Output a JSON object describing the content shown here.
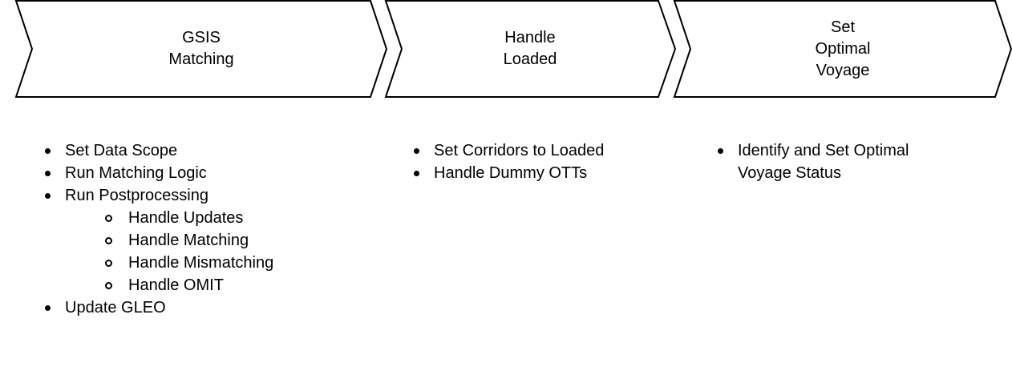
{
  "steps": [
    {
      "label": "GSIS\nMatching",
      "items": [
        {
          "text": "Set Data Scope",
          "level": 1
        },
        {
          "text": "Run Matching Logic",
          "level": 1
        },
        {
          "text": "Run Postprocessing",
          "level": 1
        },
        {
          "text": "Handle Updates",
          "level": 2
        },
        {
          "text": "Handle Matching",
          "level": 2
        },
        {
          "text": "Handle Mismatching",
          "level": 2
        },
        {
          "text": "Handle OMIT",
          "level": 2
        },
        {
          "text": "Update GLEO",
          "level": 1
        }
      ]
    },
    {
      "label": "Handle\nLoaded",
      "items": [
        {
          "text": "Set Corridors to Loaded",
          "level": 1
        },
        {
          "text": "Handle Dummy OTTs",
          "level": 1
        }
      ]
    },
    {
      "label": "Set\nOptimal\nVoyage",
      "items": [
        {
          "text": "Identify and Set Optimal\nVoyage Status",
          "level": 1
        }
      ]
    }
  ]
}
